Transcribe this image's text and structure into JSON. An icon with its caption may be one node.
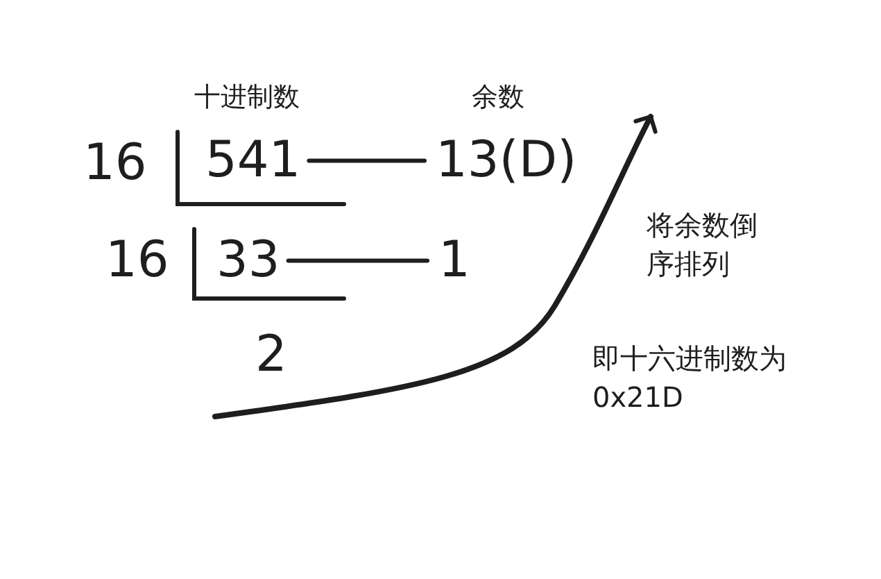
{
  "diagram": {
    "nodes": [
      {
        "text": [
          "541"
        ]
      },
      {
        "text": [
          "13(D)"
        ]
      },
      {
        "text": [
          "33"
        ]
      },
      {
        "text": [
          "1"
        ]
      }
    ],
    "edges": [
      {
        "from": 0,
        "to": 1,
        "arrow": "none"
      },
      {
        "from": 2,
        "to": 3,
        "arrow": "none"
      }
    ],
    "labels": [
      "十进制数",
      "余数",
      "16",
      "16",
      "2",
      "将余数倒序排列",
      "即十六进制数为0x21D"
    ]
  }
}
